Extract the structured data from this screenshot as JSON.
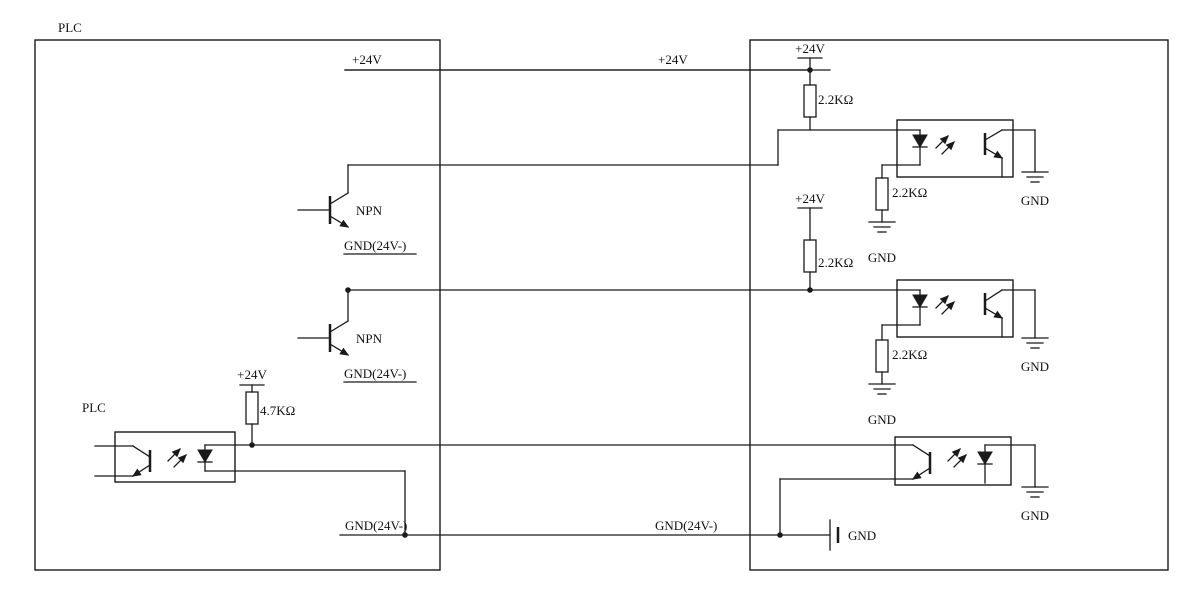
{
  "colors": {
    "ink": "#1a1a1a",
    "background": "#ffffff"
  },
  "left_module": {
    "title": "PLC",
    "npn_upper": {
      "name": "NPN",
      "rail": "GND(24V-)"
    },
    "npn_lower": {
      "name": "NPN",
      "rail": "GND(24V-)"
    },
    "receiver": {
      "title": "PLC",
      "supply": "+24V",
      "resistor": "4.7KΩ"
    }
  },
  "right_module": {
    "supply_top": "+24V",
    "pullup_top": "2.2KΩ",
    "opto_top": {
      "series_resistor": "2.2KΩ",
      "gnd_output": "GND",
      "gnd_led": "GND"
    },
    "supply_mid": "+24V",
    "pullup_mid": "2.2KΩ",
    "opto_mid": {
      "series_resistor": "2.2KΩ",
      "gnd_output": "GND",
      "gnd_led": "GND"
    },
    "opto_bottom": {
      "gnd_output": "GND"
    },
    "gnd_battery": "GND"
  },
  "wires": {
    "v24_label_left": "+24V",
    "v24_label_mid": "+24V",
    "gnd_label_left": "GND(24V-)",
    "gnd_label_mid": "GND(24V-)"
  }
}
